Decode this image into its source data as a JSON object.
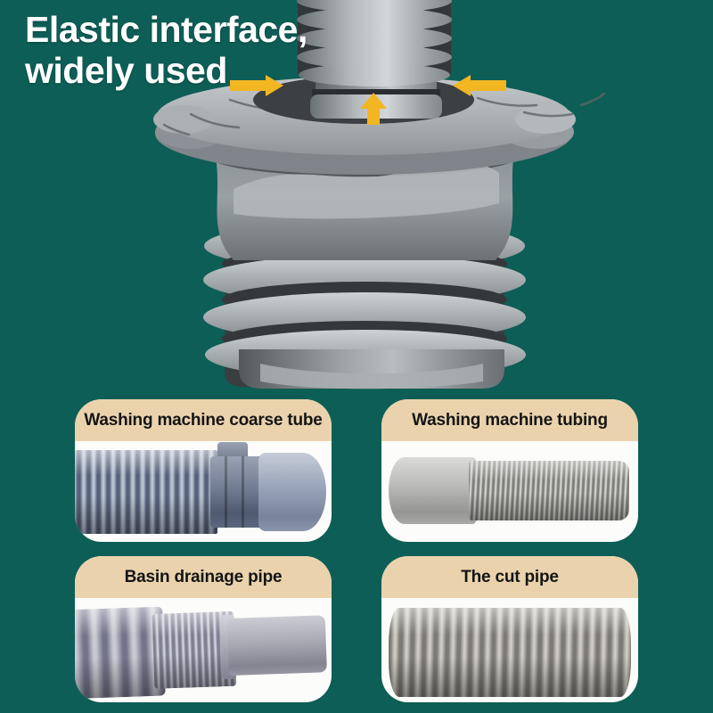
{
  "hero": {
    "title_line1": "Elastic interface,",
    "title_line2": "widely used"
  },
  "cards": [
    {
      "label": "Washing machine coarse tube",
      "image": "corrugated-hose-with-connector"
    },
    {
      "label": "Washing machine tubing",
      "image": "hose-with-smooth-cuff"
    },
    {
      "label": "Basin drainage pipe",
      "image": "bellows-pipe-with-smooth-outlet"
    },
    {
      "label": "The cut pipe",
      "image": "fully-corrugated-hose"
    }
  ],
  "icons": {
    "arrow_right": "arrow-right-icon",
    "arrow_up": "arrow-up-icon",
    "arrow_left": "arrow-left-icon",
    "product": "drain-pipe-seal-3d-render"
  },
  "colors": {
    "background": "#0d5e56",
    "card_header": "#ead3ac",
    "card_body": "#fcfcfa",
    "arrow": "#f2b622",
    "title_text": "#ffffff",
    "label_text": "#141414",
    "product_gray": "#9aa0a4"
  }
}
